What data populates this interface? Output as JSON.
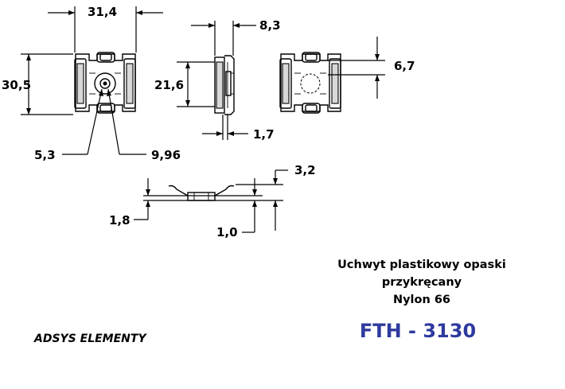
{
  "dimensions": {
    "width_top": "31,4",
    "height_left": "30,5",
    "hole_small": "5,3",
    "hole_large": "9,96",
    "side_width": "8,3",
    "side_height": "21,6",
    "side_thickness": "1,7",
    "slot": "6,7",
    "profile_height": "3,2",
    "profile_base": "1,8",
    "profile_plate": "1,0"
  },
  "description": {
    "line1": "Uchwyt plastikowy opaski",
    "line2": "przykręcany",
    "line3": "Nylon 66"
  },
  "product_code": "FTH - 3130",
  "company": "ADSYS ELEMENTY",
  "colors": {
    "code": "#2e3a9e",
    "text": "#000000",
    "part_fill": "#d8d8d8"
  }
}
